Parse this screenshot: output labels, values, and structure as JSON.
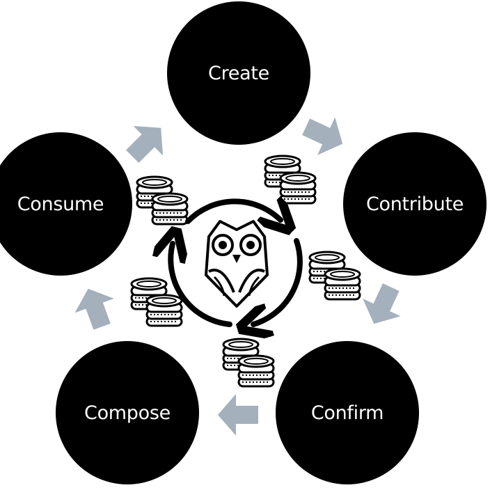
{
  "colors": {
    "node_fill": "#000000",
    "node_text": "#ffffff",
    "flow_arrow": "#a4b0bb",
    "icon_ink": "#000000",
    "background": "#ffffff"
  },
  "nodes": {
    "create": {
      "label": "Create"
    },
    "contribute": {
      "label": "Contribute"
    },
    "confirm": {
      "label": "Confirm"
    },
    "compose": {
      "label": "Compose"
    },
    "consume": {
      "label": "Consume"
    }
  },
  "flow": {
    "direction": "clockwise",
    "order": [
      "Create",
      "Contribute",
      "Confirm",
      "Compose",
      "Consume"
    ]
  },
  "icons": {
    "center": "owl-with-cycle-arrows-icon",
    "coins": "coin-stack-icon"
  }
}
